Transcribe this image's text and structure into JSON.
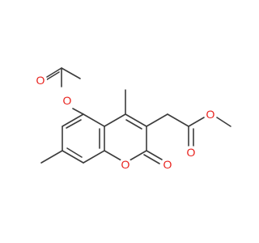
{
  "molecule": {
    "atoms": [
      {
        "id": "o-acetyl-carbonyl",
        "symbol": "O",
        "color": "#e8211c"
      },
      {
        "id": "o-ester-5",
        "symbol": "O",
        "color": "#e8211c"
      },
      {
        "id": "o-ring",
        "symbol": "O",
        "color": "#e8211c"
      },
      {
        "id": "o-lactone-carbonyl",
        "symbol": "O",
        "color": "#e8211c"
      },
      {
        "id": "o-carbonyl-sidechain",
        "symbol": "O",
        "color": "#e8211c"
      },
      {
        "id": "o-methoxy",
        "symbol": "O",
        "color": "#e8211c"
      }
    ],
    "bond_color": "#3c3c3c"
  }
}
